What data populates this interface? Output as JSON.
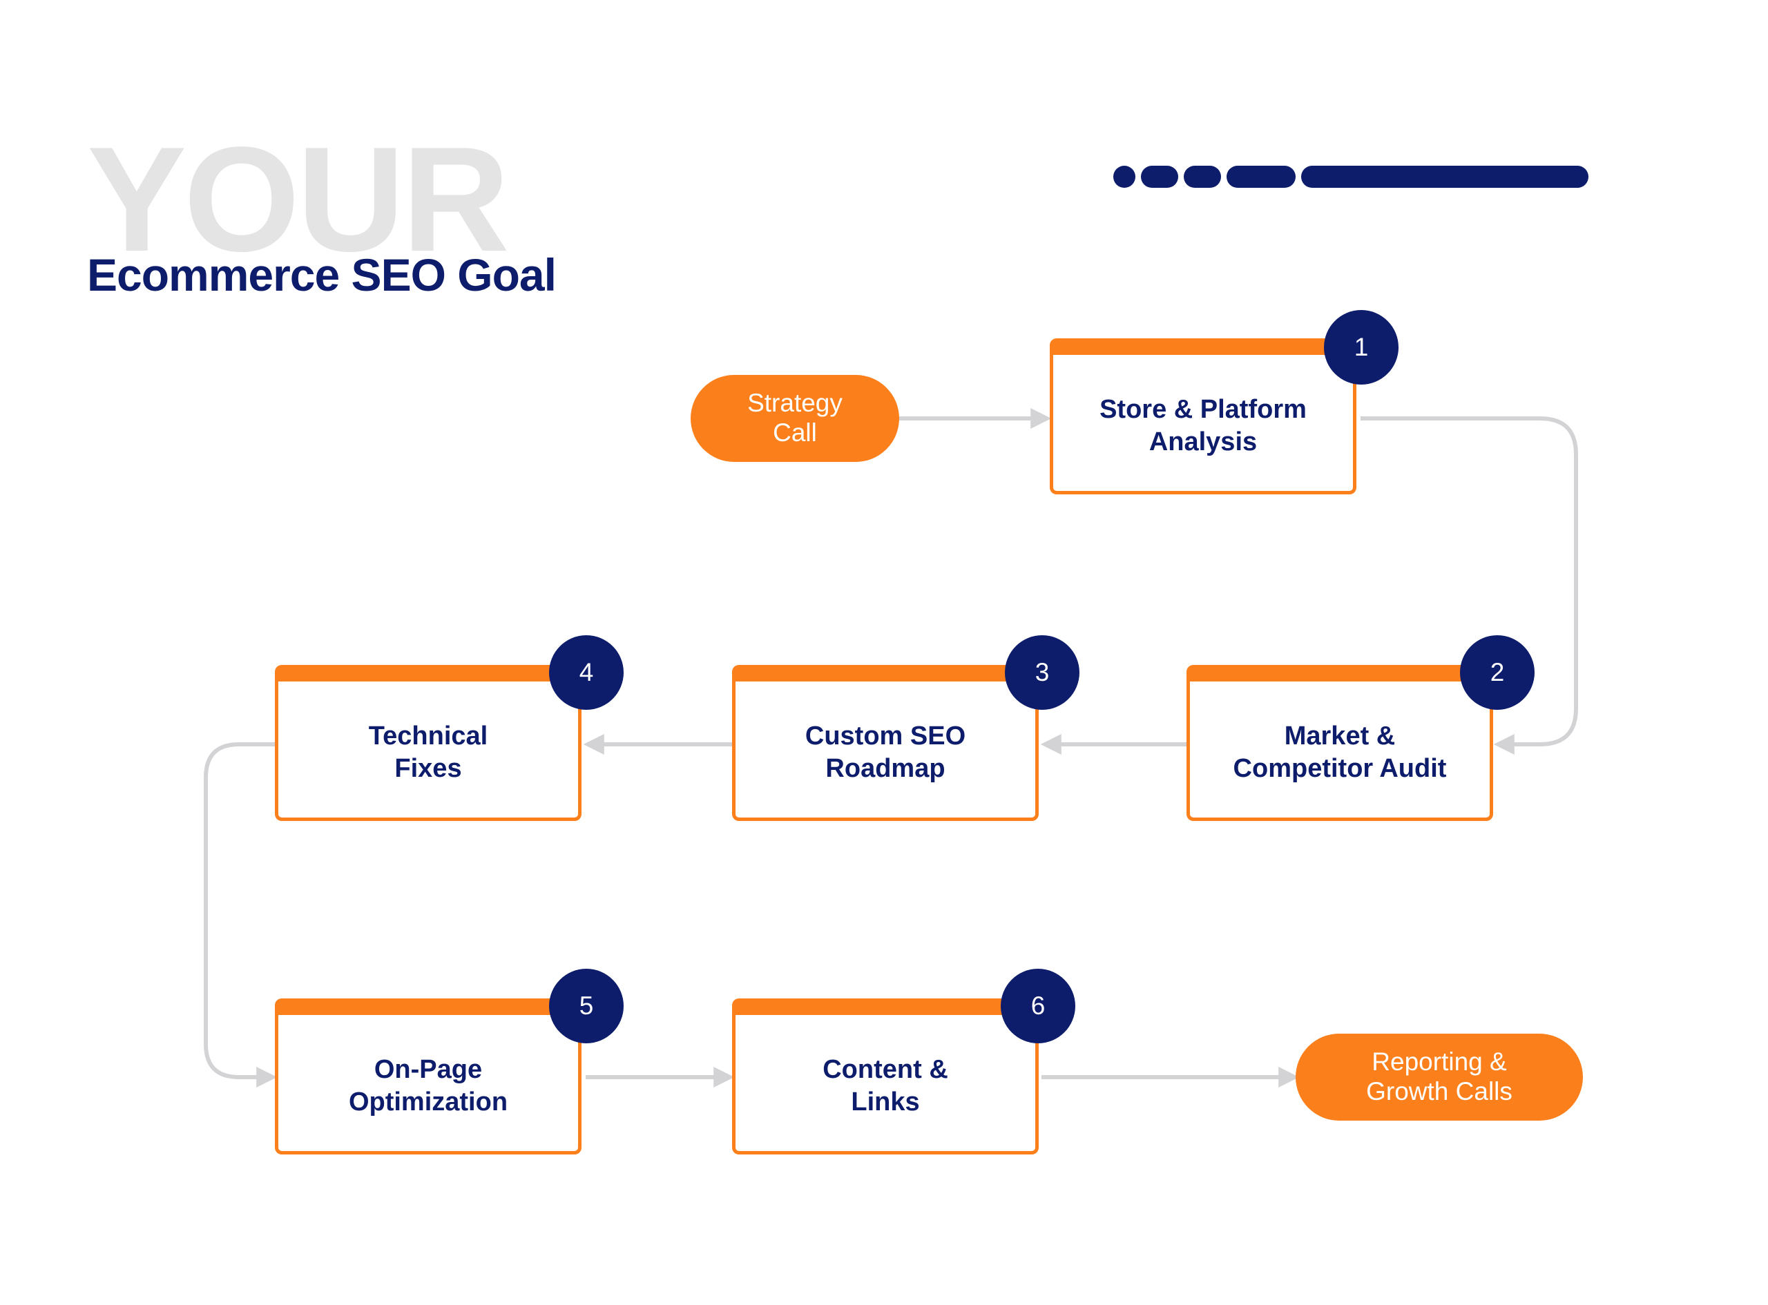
{
  "header": {
    "bg_word": "YOUR",
    "title": "Ecommerce SEO Goal"
  },
  "flow": {
    "start": "Strategy\nCall",
    "end": "Reporting &\nGrowth Calls",
    "steps": [
      {
        "number": "1",
        "label": "Store & Platform\nAnalysis"
      },
      {
        "number": "2",
        "label": "Market &\nCompetitor Audit"
      },
      {
        "number": "3",
        "label": "Custom SEO\nRoadmap"
      },
      {
        "number": "4",
        "label": "Technical\nFixes"
      },
      {
        "number": "5",
        "label": "On-Page\nOptimization"
      },
      {
        "number": "6",
        "label": "Content &\nLinks"
      }
    ]
  },
  "colors": {
    "accent": "#fb7f1b",
    "navy": "#0e1d6b",
    "connector": "#d3d3d6",
    "bg_word": "#e4e4e4"
  }
}
